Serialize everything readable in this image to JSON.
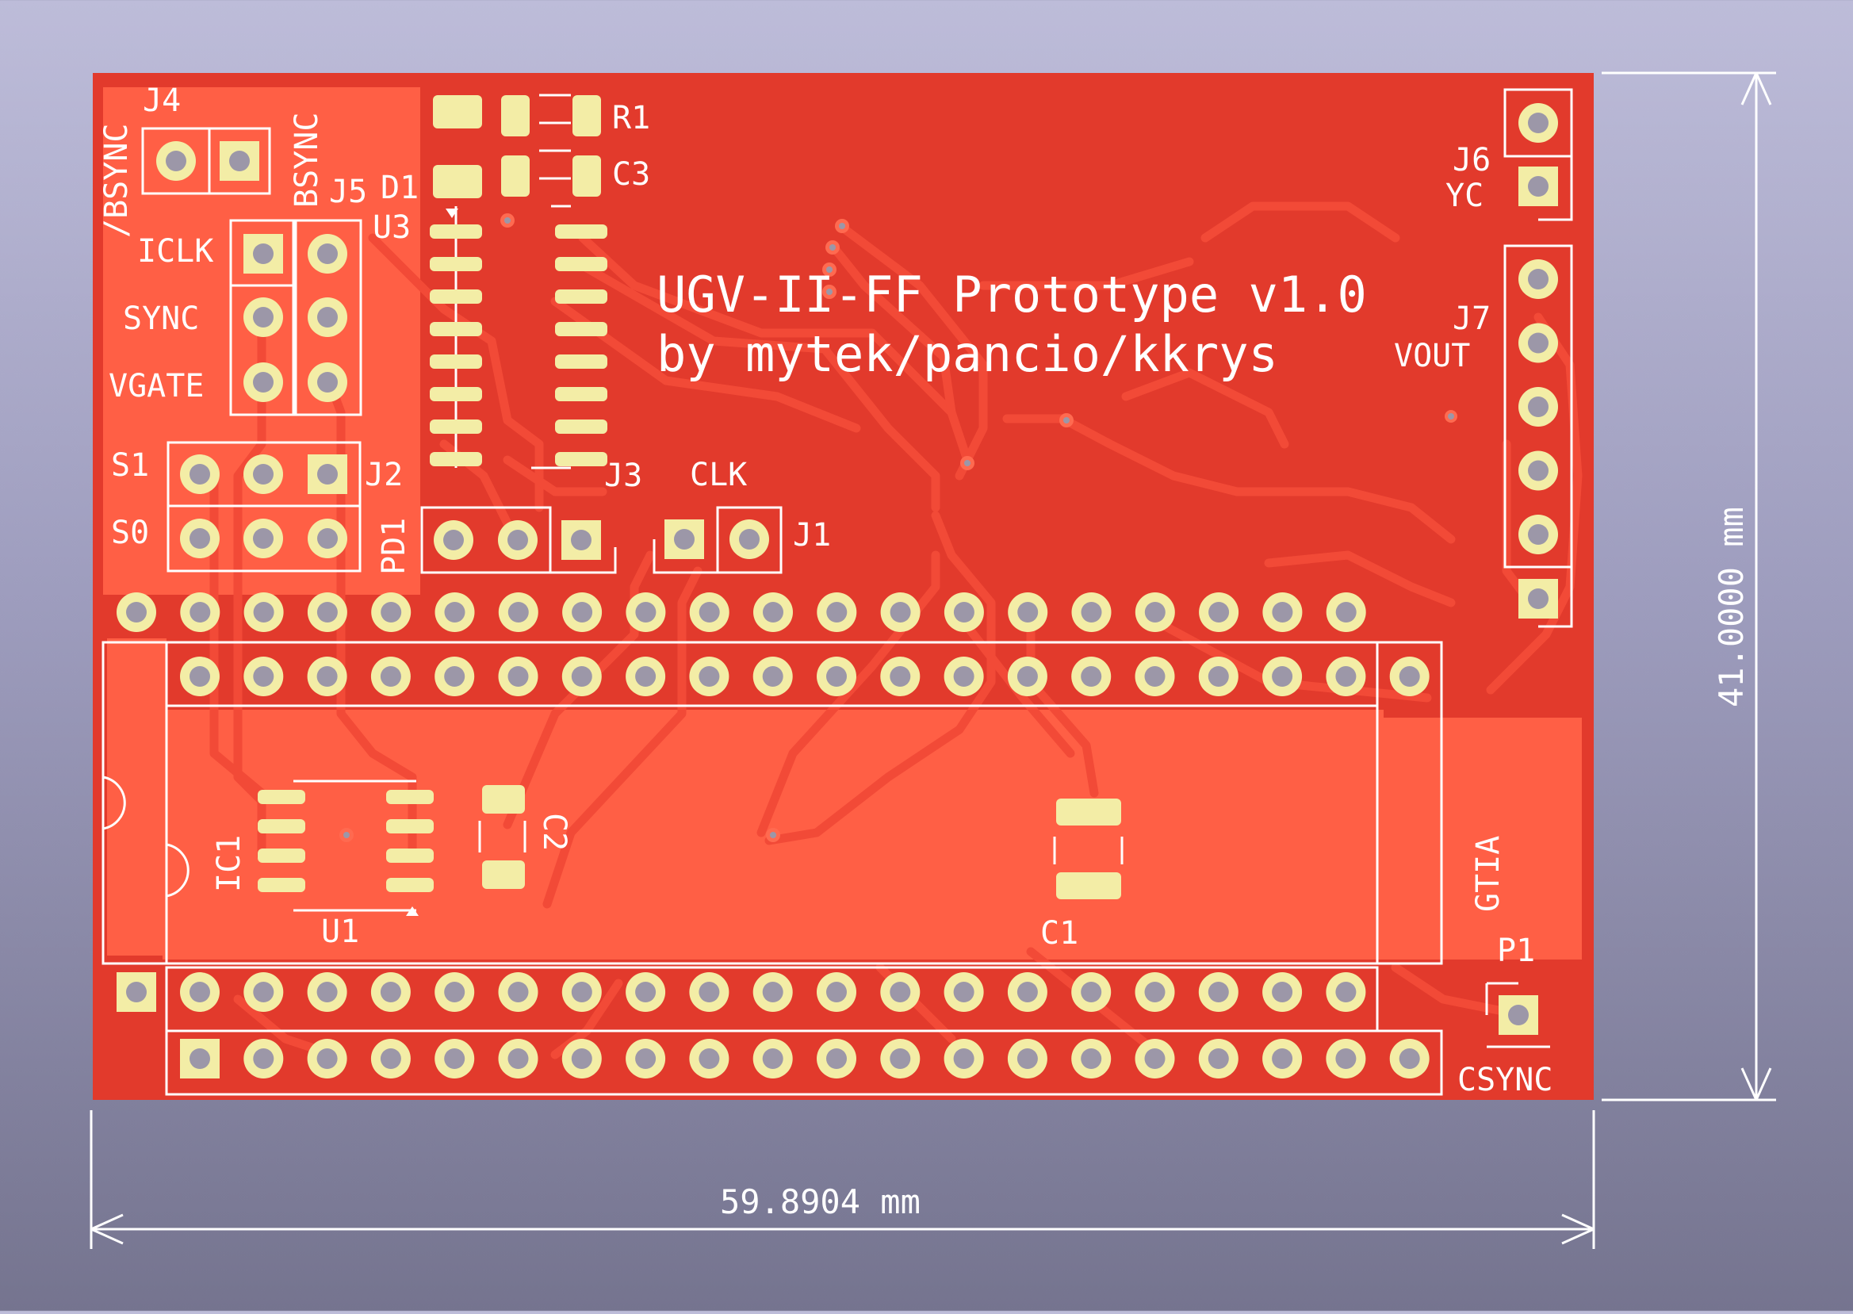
{
  "board": {
    "title_line1": "UGV-II-FF Prototype v1.0",
    "title_line2": "by mytek/pancio/kkrys",
    "colors": {
      "substrate": "#e23a2c",
      "copper_fill": "#ff5f45",
      "trace": "#f24a37",
      "pad": "#f3eda6",
      "hole": "#9c97a8",
      "silkscreen": "#ffffff"
    }
  },
  "dimensions": {
    "width_label": "59.8904 mm",
    "height_label": "41.0000 mm"
  },
  "labels": {
    "j4": "J4",
    "bsync_n": "/BSYNC",
    "bsync": "BSYNC",
    "j5": "J5",
    "d1": "D1",
    "u3": "U3",
    "r1": "R1",
    "c3": "C3",
    "iclk": "ICLK",
    "sync": "SYNC",
    "vgate": "VGATE",
    "s1": "S1",
    "s0": "S0",
    "j2": "J2",
    "pd1": "PD1",
    "j3": "J3",
    "clk": "CLK",
    "j1": "J1",
    "j6": "J6",
    "yc": "YC",
    "j7": "J7",
    "vout": "VOUT",
    "ic1": "IC1",
    "u1": "U1",
    "c2": "C2",
    "c1": "C1",
    "gtia": "GTIA",
    "p1": "P1",
    "csync": "CSYNC"
  }
}
